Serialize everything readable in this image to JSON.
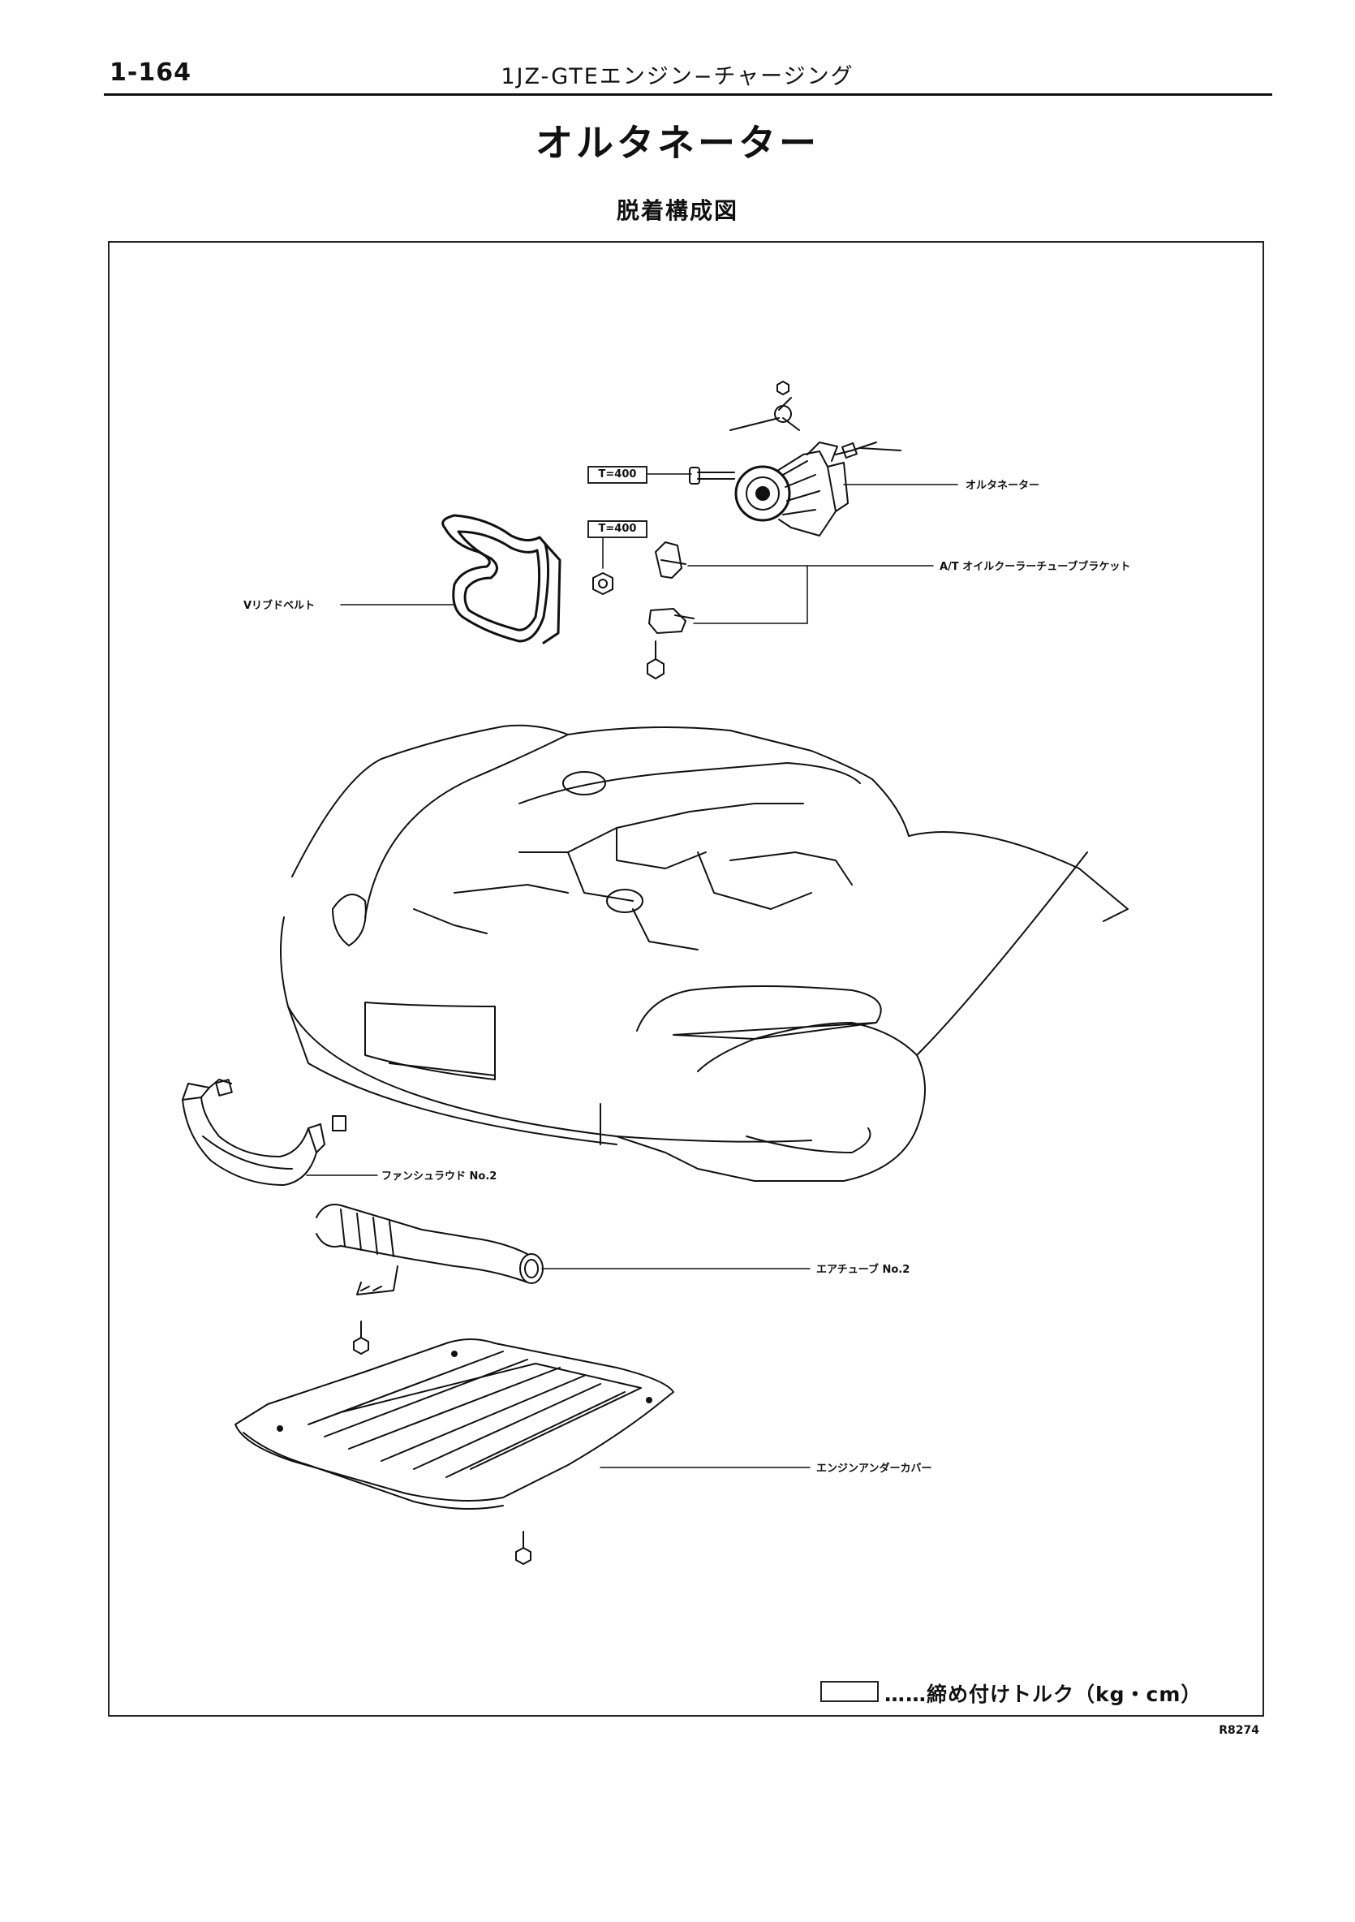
{
  "header": {
    "page_number": "1-164",
    "chapter": "1JZ-GTEエンジン−チャージング"
  },
  "title": "オルタネーター",
  "subtitle": "脱着構成図",
  "labels": {
    "alternator": "オルタネーター",
    "bracket": "A/T オイルクーラーチューブブラケット",
    "vribbed_belt": "Vリブドベルト",
    "fan_shroud": "ファンシュラウド No.2",
    "air_tube": "エアチューブ No.2",
    "under_cover": "エンジンアンダーカバー"
  },
  "torque": {
    "bolt": "T=400",
    "nut": "T=400"
  },
  "legend": {
    "text": "……締め付けトルク（kg・cm）"
  },
  "figure_ref": "R8274"
}
